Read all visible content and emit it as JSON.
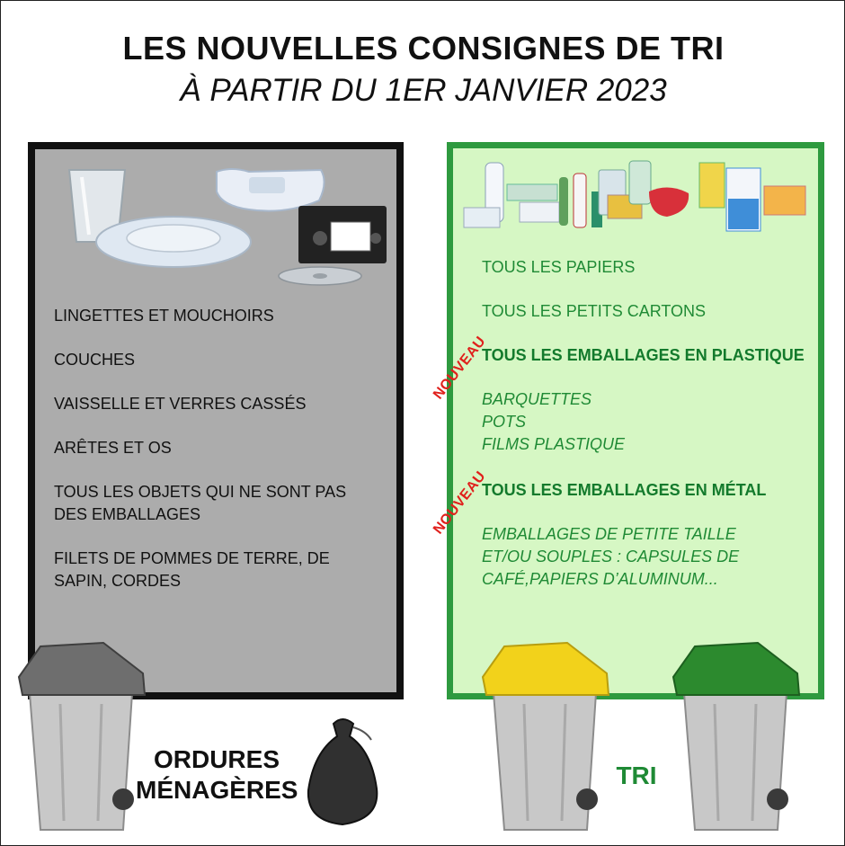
{
  "header": {
    "title": "LES NOUVELLES CONSIGNES DE TRI",
    "subtitle": "À PARTIR DU 1ER JANVIER 2023"
  },
  "ordures": {
    "items": [
      "LINGETTES ET MOUCHOIRS",
      "COUCHES",
      "VAISSELLE ET VERRES CASSÉS",
      "ARÊTES ET OS",
      "TOUS LES OBJETS QUI NE SONT PAS DES EMBALLAGES",
      "FILETS DE POMMES DE TERRE, DE SAPIN, CORDES"
    ],
    "label": "ORDURES MÉNAGÈRES"
  },
  "tri": {
    "papiers": "TOUS LES PAPIERS",
    "cartons": "TOUS LES PETITS CARTONS",
    "plastique": "TOUS LES EMBALLAGES EN PLASTIQUE",
    "plastique_details": [
      "BARQUETTES",
      "POTS",
      "FILMS PLASTIQUE"
    ],
    "metal": "TOUS LES EMBALLAGES EN MÉTAL",
    "metal_details": "EMBALLAGES DE PETITE TAILLE ET/OU SOUPLES : CAPSULES DE CAFÉ,PAPIERS D’ALUMINUM...",
    "badge": "NOUVEAU",
    "label": "TRI"
  },
  "colors": {
    "om_panel": "#acacac",
    "tri_panel": "#d6f7c4",
    "tri_border": "#2e9a3f",
    "badge": "#e0201c",
    "bin_grey_lid": "#7a7a7a",
    "bin_yellow_lid": "#f2d21b",
    "bin_green_lid": "#2c8a2e"
  },
  "icons": [
    "glass-icon",
    "plate-icon",
    "diaper-icon",
    "videotape-icon",
    "cd-icon",
    "packaging-icon",
    "trash-bag-icon",
    "wheelie-bin-icon"
  ]
}
